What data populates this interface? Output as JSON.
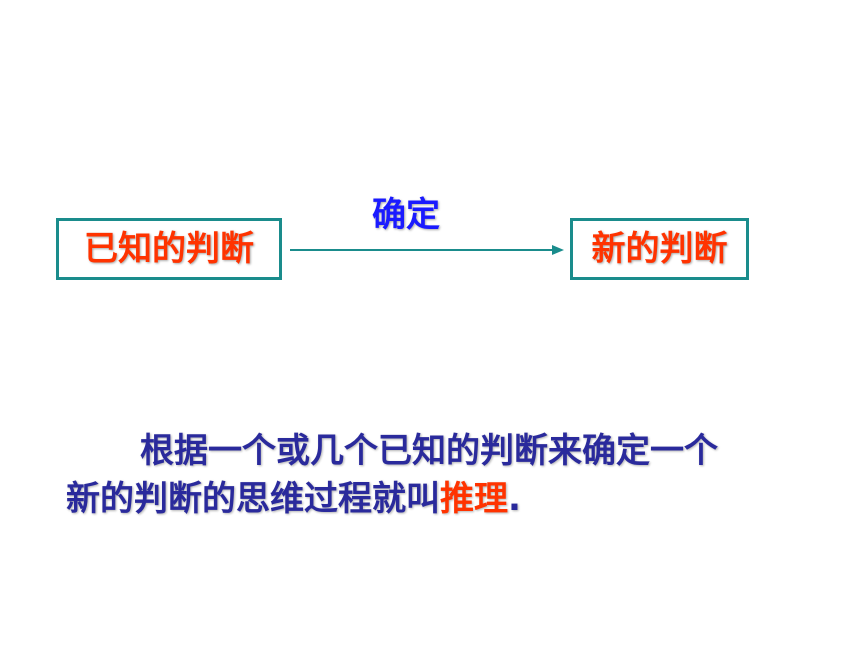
{
  "diagram": {
    "known_judgment": "已知的判断",
    "arrow_label": "确定",
    "new_judgment": "新的判断"
  },
  "definition": {
    "line1": "根据一个或几个已知的判断来确定一个",
    "line2_prefix": "新的判断的思维过程就叫",
    "term": "推理",
    "period": "."
  },
  "colors": {
    "box_border": "#1a8c8c",
    "box_text": "#ff3300",
    "arrow_label": "#1a1aff",
    "body_text": "#2a2a9c",
    "highlight": "#ff3300"
  }
}
